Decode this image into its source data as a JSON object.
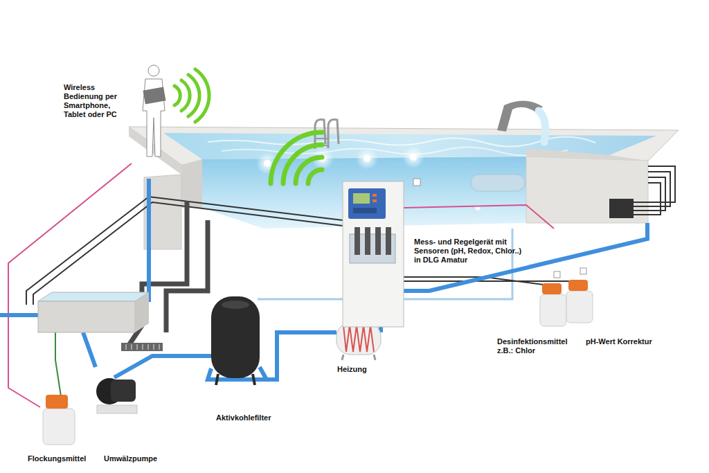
{
  "diagram": {
    "labels": [
      "Wireless Bedienung per Smartphone, Tablet oder PC",
      "Mess- und Regelgerät mit Sensoren (pH, Redox, Chlor..) in DLG Amatur",
      "Desinfektionsmittel z.B.: Chlor",
      "pH-Wert Korrektur",
      "Heizung",
      "Aktivkohlefilter",
      "Flockungsmittel",
      "Umwälzpumpe"
    ]
  }
}
